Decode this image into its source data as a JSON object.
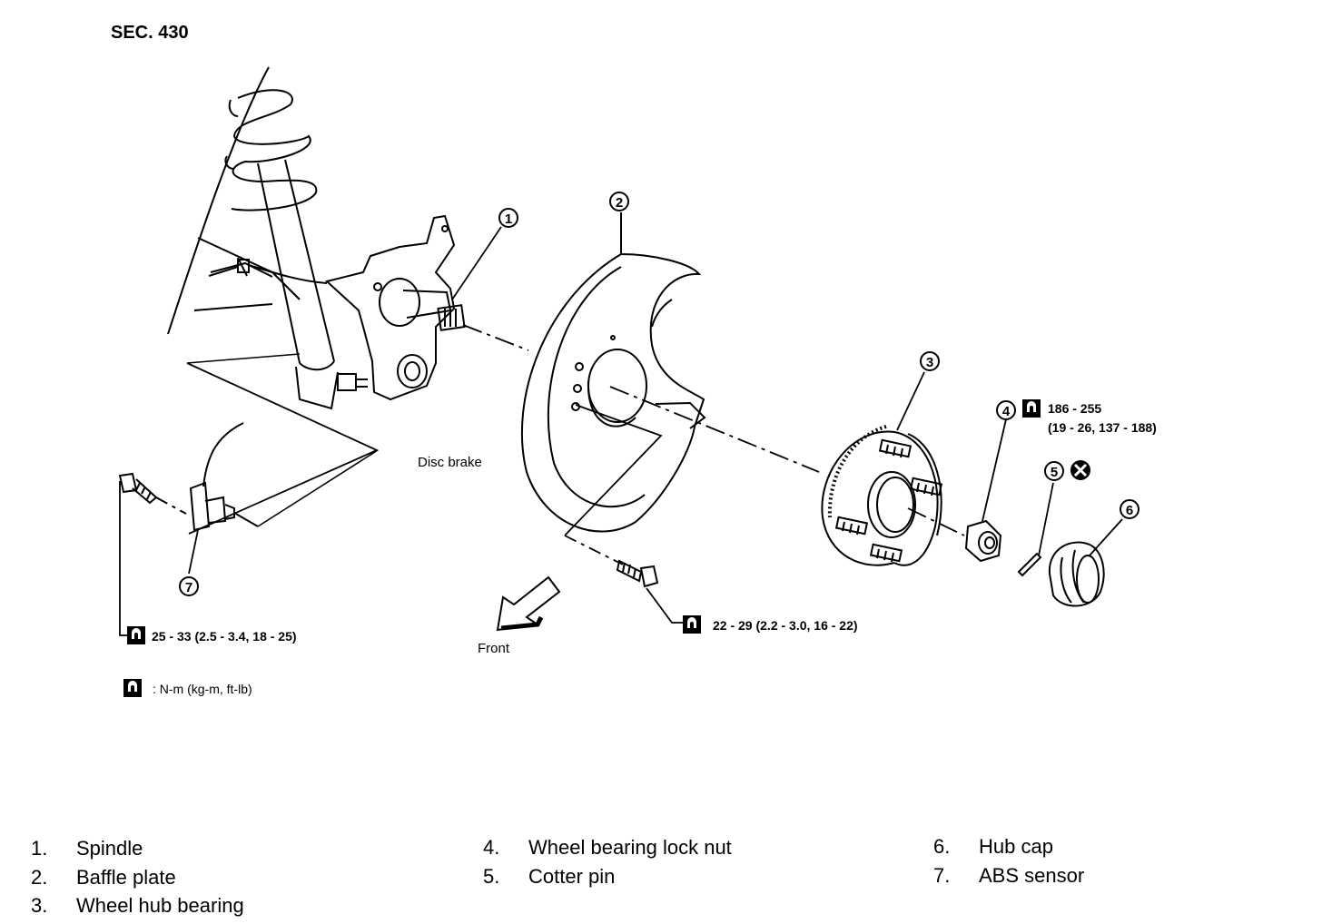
{
  "section": "SEC. 430",
  "callouts": [
    "1",
    "2",
    "3",
    "4",
    "5",
    "6",
    "7"
  ],
  "labels": {
    "disc_brake": "Disc brake",
    "front": "Front"
  },
  "torque": {
    "hub_nut_line1": "186 - 255",
    "hub_nut_line2": "(19 - 26, 137 - 188)",
    "baffle_bolt": "22 - 29 (2.2 - 3.0, 16 - 22)",
    "abs_bolt": "25 - 33 (2.5 - 3.4, 18 - 25)",
    "units_key": ": N-m (kg-m, ft-lb)"
  },
  "legend": [
    {
      "num": "1.",
      "text": "Spindle"
    },
    {
      "num": "2.",
      "text": "Baffle plate"
    },
    {
      "num": "3.",
      "text": "Wheel hub bearing"
    },
    {
      "num": "4.",
      "text": "Wheel bearing lock nut"
    },
    {
      "num": "5.",
      "text": "Cotter pin"
    },
    {
      "num": "6.",
      "text": "Hub cap"
    },
    {
      "num": "7.",
      "text": "ABS sensor"
    }
  ]
}
